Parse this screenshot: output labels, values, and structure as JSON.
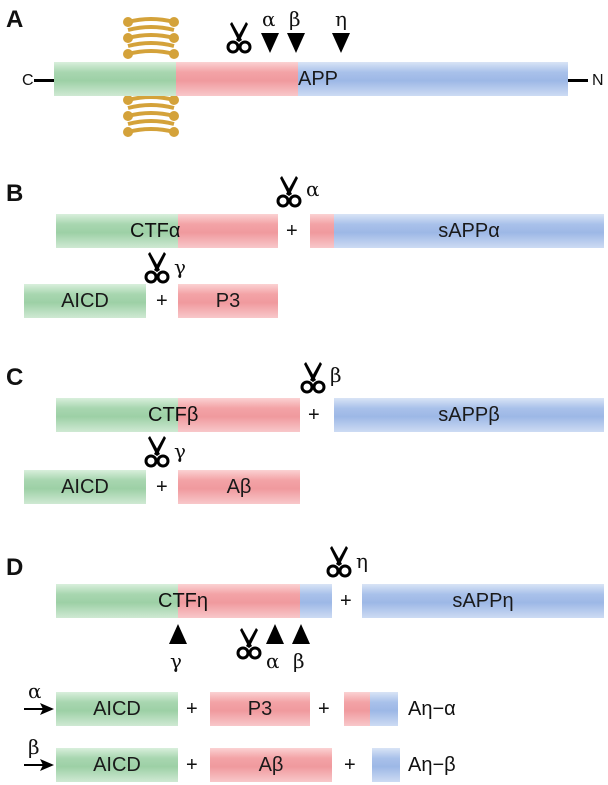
{
  "panels": {
    "a": {
      "letter": "A",
      "c_terminus": "C",
      "n_terminus": "N",
      "protein_label": "APP",
      "sites": [
        "α",
        "β",
        "η"
      ]
    },
    "b": {
      "letter": "B",
      "site1": "α",
      "site2": "γ",
      "fragments": [
        "CTFα",
        "sAPPα",
        "AICD",
        "P3"
      ],
      "plus": "+"
    },
    "c": {
      "letter": "C",
      "site1": "β",
      "site2": "γ",
      "fragments": [
        "CTFβ",
        "sAPPβ",
        "AICD",
        "Aβ"
      ],
      "plus": "+"
    },
    "d": {
      "letter": "D",
      "site1": "η",
      "fragments": [
        "CTFη",
        "sAPPη"
      ],
      "lower_sites": [
        "γ",
        "α",
        "β"
      ],
      "row_alpha": {
        "route": "α",
        "fragments": [
          "AICD",
          "P3"
        ],
        "product": "Aη−α"
      },
      "row_beta": {
        "route": "β",
        "fragments": [
          "AICD",
          "Aβ"
        ],
        "product": "Aη−β"
      },
      "plus": "+"
    }
  },
  "colors": {
    "ctf_region": "#a8d6b0",
    "abeta_region": "#f3a3a6",
    "ectodomain": "#a9c1ea",
    "membrane": "#d4a23a"
  },
  "icons": [
    "scissors-icon",
    "arrowhead-icon",
    "membrane-icon"
  ]
}
